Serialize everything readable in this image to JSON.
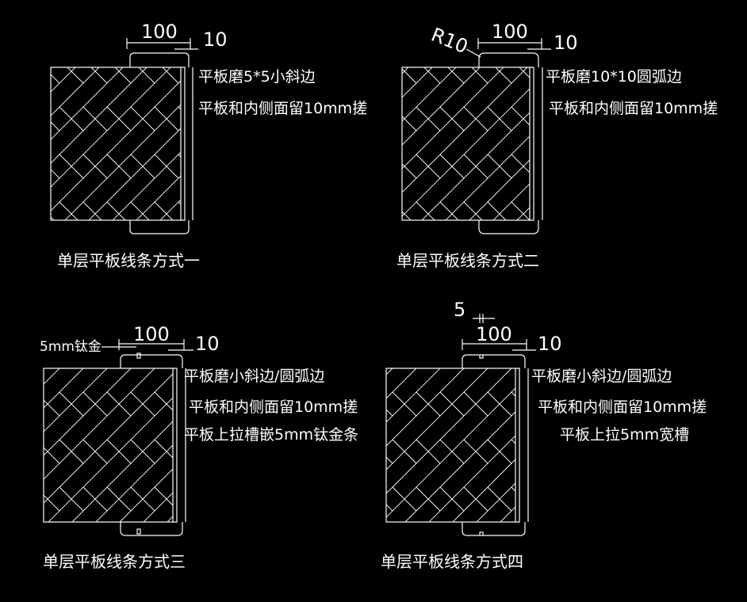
{
  "colors": {
    "background": "#000000",
    "line": "#ffffff"
  },
  "panels": [
    {
      "caption": "单层平板线条方式一",
      "dim_main": "100",
      "dim_side": "10",
      "notes": [
        "平板磨5*5小斜边",
        "平板和内侧面留10mm搓"
      ]
    },
    {
      "caption": "单层平板线条方式二",
      "dim_main": "100",
      "dim_side": "10",
      "radius_label": "R10",
      "notes": [
        "平板磨10*10圆弧边",
        "平板和内侧面留10mm搓"
      ]
    },
    {
      "caption": "单层平板线条方式三",
      "dim_main": "100",
      "dim_side": "10",
      "strip_label": "5mm钛金",
      "notes": [
        "平板磨小斜边/圆弧边",
        "平板和内侧面留10mm搓",
        "平板上拉槽嵌5mm钛金条"
      ]
    },
    {
      "caption": "单层平板线条方式四",
      "dim_main": "100",
      "dim_side": "10",
      "groove_label": "5",
      "notes": [
        "平板磨小斜边/圆弧边",
        "平板和内侧面留10mm搓",
        "平板上拉5mm宽槽"
      ]
    }
  ]
}
